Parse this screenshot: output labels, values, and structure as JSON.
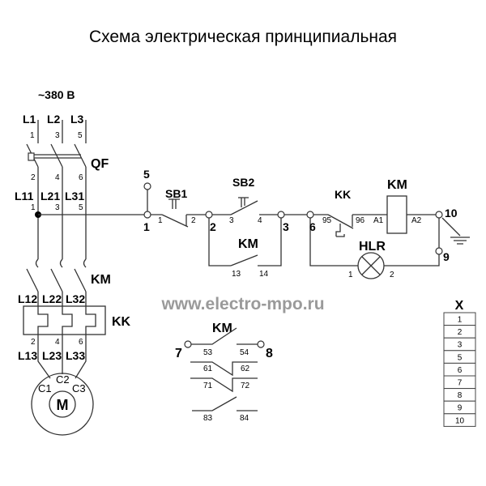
{
  "title": "Схема электрическая принципиальная",
  "watermark": "www.electro-mpo.ru",
  "power": {
    "voltage": "~380 В",
    "phases": [
      "L1",
      "L2",
      "L3"
    ],
    "qf_pins_in": [
      "1",
      "3",
      "5"
    ],
    "qf_pins_out": [
      "2",
      "4",
      "6"
    ],
    "qf_label": "QF",
    "after_qf": [
      "L11",
      "L21",
      "L31"
    ],
    "km_pins_in": [
      "1",
      "3",
      "5"
    ],
    "km_label": "KM",
    "after_km": [
      "L12",
      "L22",
      "L32"
    ],
    "kk_label": "KK",
    "kk_pins_out": [
      "2",
      "4",
      "6"
    ],
    "after_kk": [
      "L13",
      "L23",
      "L33"
    ],
    "motor_windings": [
      "C1",
      "C2",
      "C3"
    ],
    "motor_label": "M"
  },
  "control": {
    "terminals": {
      "t1": "1",
      "t2": "2",
      "t3": "3",
      "t5": "5",
      "t6": "6",
      "t9": "9",
      "t10": "10"
    },
    "sb1": {
      "label": "SB1",
      "pin_a": "1",
      "pin_b": "2"
    },
    "sb2": {
      "label": "SB2",
      "pin_a": "3",
      "pin_b": "4"
    },
    "km_hold": {
      "label": "KM",
      "pin_a": "13",
      "pin_b": "14"
    },
    "kk": {
      "label": "KK",
      "pin_a": "95",
      "pin_b": "96"
    },
    "coil": {
      "label": "KM",
      "pin_a": "A1",
      "pin_b": "A2"
    },
    "lamp": {
      "label": "HLR",
      "pin_a": "1",
      "pin_b": "2"
    }
  },
  "aux": {
    "label": "KM",
    "t7": "7",
    "t8": "8",
    "pins": [
      [
        "53",
        "54"
      ],
      [
        "61",
        "62"
      ],
      [
        "71",
        "72"
      ],
      [
        "83",
        "84"
      ]
    ]
  },
  "terminal_block": {
    "label": "X",
    "rows": [
      "1",
      "2",
      "3",
      "5",
      "6",
      "7",
      "8",
      "9",
      "10"
    ]
  }
}
